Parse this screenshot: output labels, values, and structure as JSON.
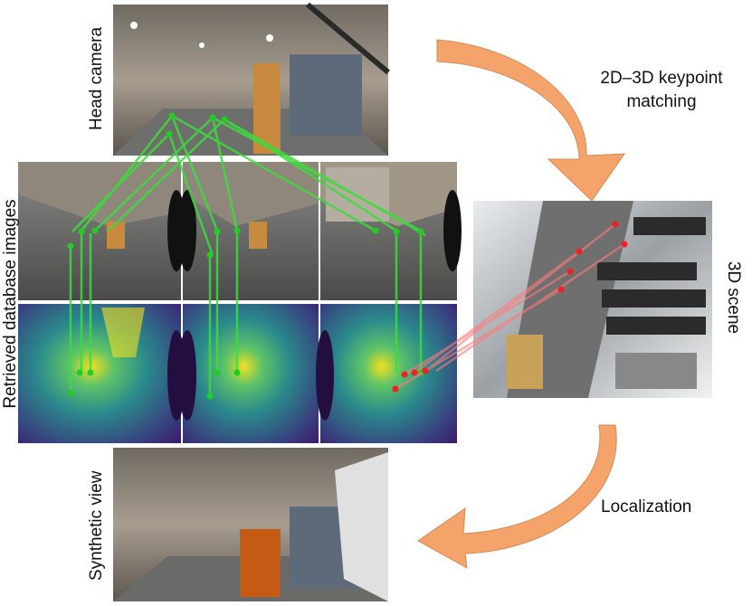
{
  "labels": {
    "head_camera": "Head camera",
    "retrieved_db": "Retrieved database images",
    "synthetic_view": "Synthetic view",
    "scene_3d": "3D scene",
    "matching_line1": "2D–3D keypoint",
    "matching_line2": "matching",
    "localization": "Localization"
  },
  "colors": {
    "arrow": "#f4a36b",
    "arrow_stroke": "#d98a55",
    "match_line": "#3ddc3d",
    "match_point": "#22cc22",
    "ray_line": "#ff7a7a",
    "ray_point": "#ee2222",
    "depth_dark": "#3b1f6e",
    "depth_mid": "#2a8a8c",
    "depth_bright": "#f2e020"
  }
}
